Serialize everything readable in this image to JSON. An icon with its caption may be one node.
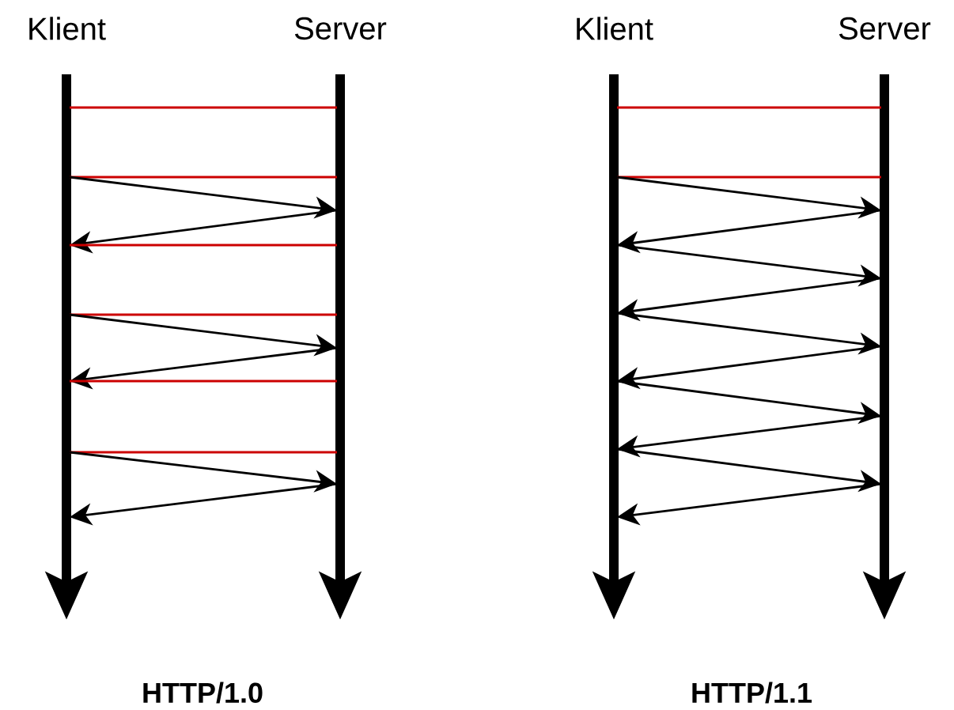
{
  "diagram": {
    "nodes": [
      {
        "text": [
          "Klient"
        ]
      },
      {
        "text": [
          "Server"
        ]
      },
      {
        "text": [
          "Klient"
        ]
      },
      {
        "text": [
          "Server"
        ]
      }
    ],
    "edges": [
      {
        "from": 0,
        "to": 1,
        "arrow": "none",
        "color": "#cc0000"
      },
      {
        "from": 0,
        "to": 1,
        "arrow": "none",
        "color": "#cc0000"
      },
      {
        "from": 0,
        "to": 1,
        "arrow": "to"
      },
      {
        "from": 1,
        "to": 0,
        "arrow": "to"
      },
      {
        "from": 0,
        "to": 1,
        "arrow": "none",
        "color": "#cc0000"
      },
      {
        "from": 0,
        "to": 1,
        "arrow": "none",
        "color": "#cc0000"
      },
      {
        "from": 0,
        "to": 1,
        "arrow": "to"
      },
      {
        "from": 1,
        "to": 0,
        "arrow": "to"
      },
      {
        "from": 0,
        "to": 1,
        "arrow": "none",
        "color": "#cc0000"
      },
      {
        "from": 0,
        "to": 1,
        "arrow": "none",
        "color": "#cc0000"
      },
      {
        "from": 0,
        "to": 1,
        "arrow": "to"
      },
      {
        "from": 1,
        "to": 0,
        "arrow": "to"
      },
      {
        "from": 2,
        "to": 3,
        "arrow": "none",
        "color": "#cc0000"
      },
      {
        "from": 2,
        "to": 3,
        "arrow": "none",
        "color": "#cc0000"
      },
      {
        "from": 2,
        "to": 3,
        "arrow": "to"
      },
      {
        "from": 3,
        "to": 2,
        "arrow": "to"
      },
      {
        "from": 2,
        "to": 3,
        "arrow": "to"
      },
      {
        "from": 3,
        "to": 2,
        "arrow": "to"
      },
      {
        "from": 2,
        "to": 3,
        "arrow": "to"
      },
      {
        "from": 3,
        "to": 2,
        "arrow": "to"
      },
      {
        "from": 2,
        "to": 3,
        "arrow": "to"
      },
      {
        "from": 3,
        "to": 2,
        "arrow": "to"
      },
      {
        "from": 2,
        "to": 3,
        "arrow": "to"
      },
      {
        "from": 3,
        "to": 2,
        "arrow": "to"
      }
    ],
    "labels": [
      "HTTP/1.0",
      "HTTP/1.1"
    ]
  }
}
